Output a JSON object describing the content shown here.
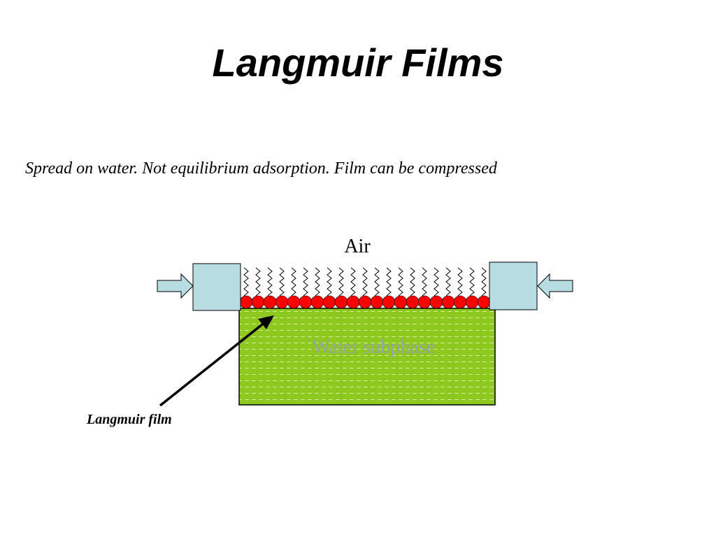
{
  "title": "Langmuir Films",
  "subtitle": "Spread on water. Not equilibrium adsorption. Film can be compressed",
  "diagram": {
    "air_label": "Air",
    "water_label": "Water subphase",
    "film_label": "Langmuir film",
    "molecule_count": 21,
    "colors": {
      "water_fill": "#8dc81f",
      "water_hatch": "#d6ee9c",
      "head_group": "#ff0000",
      "barrier": "#b7dde2",
      "water_label_text": "#9aa5a0"
    },
    "icons": {
      "left_arrow": "right-pointing-block-arrow",
      "right_arrow": "left-pointing-block-arrow"
    }
  }
}
